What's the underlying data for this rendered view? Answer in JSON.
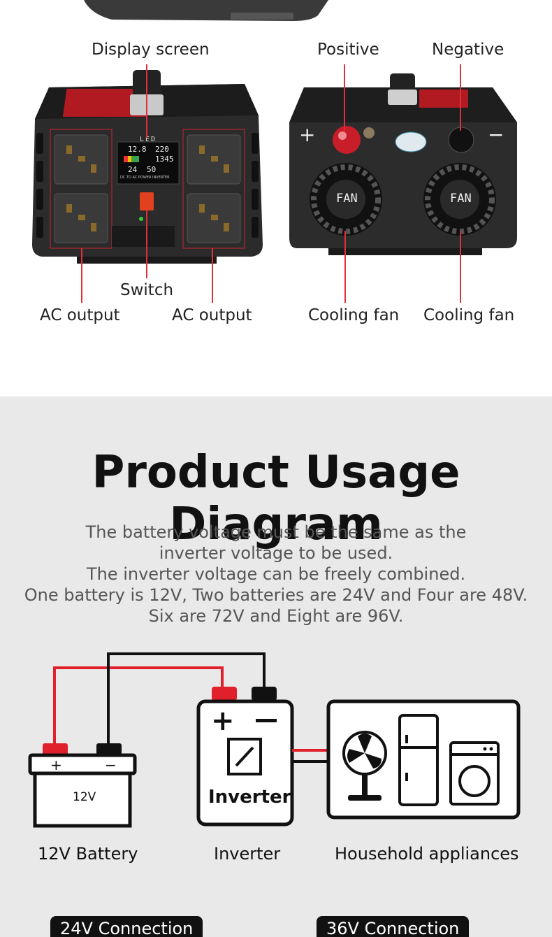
{
  "top": {
    "labels": {
      "display_screen": "Display screen",
      "positive": "Positive",
      "negative": "Negative",
      "switch": "Switch",
      "ac_output_left": "AC output",
      "ac_output_right": "AC output",
      "cooling_fan_left": "Cooling fan",
      "cooling_fan_right": "Cooling fan"
    },
    "device_panel": {
      "led_label": "LED",
      "in_voltage": "12.8",
      "out_voltage": "220",
      "watts": "1345",
      "temp": "24",
      "freq": "50",
      "footer": "DC TO AC POWER INVERTER"
    },
    "rear_panel": {
      "fan_label": "FAN",
      "plus_sign": "+",
      "minus_sign": "−"
    }
  },
  "bottom": {
    "title": "Product Usage Diagram",
    "description": [
      "The battery voltage must be the same as the",
      "inverter voltage to be used.",
      "The inverter voltage can be freely combined.",
      "One battery is 12V, Two batteries are 24V and Four are 48V.",
      "Six are 72V and Eight are 96V."
    ],
    "battery_label": "12V",
    "inverter_label": "Inverter",
    "captions": {
      "battery": "12V Battery",
      "inverter": "Inverter",
      "appliances": "Household appliances"
    },
    "badges": {
      "left": "24V Connection",
      "right": "36V Connection"
    }
  },
  "colors": {
    "accent_red": "#e0303a",
    "device_body": "#2a2a2a",
    "section_bg": "#e9e9e9"
  }
}
